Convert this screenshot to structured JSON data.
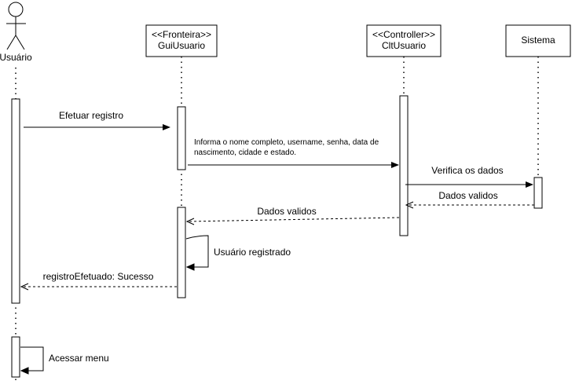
{
  "diagram": {
    "participants": [
      {
        "id": "usuario",
        "kind": "actor",
        "name": "Usuário"
      },
      {
        "id": "gui",
        "kind": "boundary",
        "stereotype": "<<Fronteira>>",
        "name": "GuiUsuario"
      },
      {
        "id": "ctl",
        "kind": "control",
        "stereotype": "<<Controller>>",
        "name": "CltUsuario"
      },
      {
        "id": "sistema",
        "kind": "entity",
        "name": "Sistema"
      }
    ],
    "messages": [
      {
        "id": "m1",
        "label": "Efetuar registro",
        "type": "sync"
      },
      {
        "id": "m2",
        "label_lines": [
          "Informa o  nome completo, username, senha, data de",
          "nascimento, cidade e estado."
        ],
        "type": "sync"
      },
      {
        "id": "m3",
        "label": "Verifica os dados",
        "type": "sync"
      },
      {
        "id": "m4",
        "label": "Dados validos",
        "type": "return"
      },
      {
        "id": "m5",
        "label": "Dados validos",
        "type": "return"
      },
      {
        "id": "m6",
        "label": "Usuário registrado",
        "type": "self"
      },
      {
        "id": "m7",
        "label": "registroEfetuado: Sucesso",
        "type": "return"
      },
      {
        "id": "m8",
        "label": "Acessar menu",
        "type": "self"
      }
    ]
  }
}
